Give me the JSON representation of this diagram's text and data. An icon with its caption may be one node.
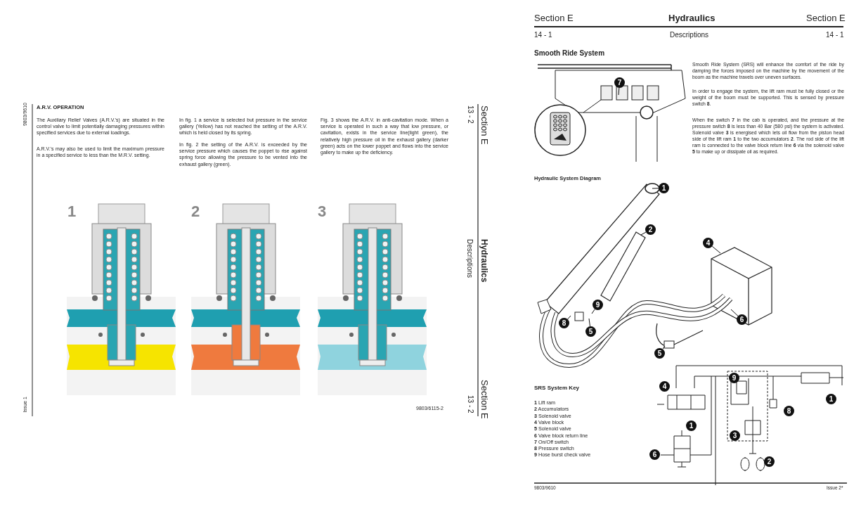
{
  "diagram": {
    "nodes": [
      {
        "text": [
          "7"
        ]
      },
      {
        "text": [
          "1"
        ]
      },
      {
        "text": [
          "2"
        ]
      },
      {
        "text": [
          "4"
        ]
      },
      {
        "text": [
          "9"
        ]
      },
      {
        "text": [
          "8"
        ]
      },
      {
        "text": [
          "5"
        ]
      },
      {
        "text": [
          "6"
        ]
      },
      {
        "text": [
          "5"
        ]
      },
      {
        "text": [
          "4"
        ]
      },
      {
        "text": [
          "9"
        ]
      },
      {
        "text": [
          "1"
        ]
      },
      {
        "text": [
          "8"
        ]
      },
      {
        "text": [
          "1"
        ]
      },
      {
        "text": [
          "3"
        ]
      },
      {
        "text": [
          "6"
        ]
      },
      {
        "text": [
          "2"
        ]
      }
    ],
    "edges": [
      {
        "from": 0,
        "to": null,
        "arrow": "none"
      },
      {
        "from": 1,
        "to": null,
        "arrow": "none"
      },
      {
        "from": 2,
        "to": null,
        "arrow": "none"
      },
      {
        "from": 3,
        "to": null,
        "arrow": "none"
      },
      {
        "from": 4,
        "to": null,
        "arrow": "none"
      },
      {
        "from": 5,
        "to": null,
        "arrow": "none"
      },
      {
        "from": 6,
        "to": null,
        "arrow": "none"
      },
      {
        "from": 7,
        "to": null,
        "arrow": "none"
      },
      {
        "from": 8,
        "to": null,
        "arrow": "none"
      }
    ],
    "labels": [
      "9803/9610",
      "A.R.V. OPERATION",
      "The Auxiliary Relief Valves (A.R.V.'s) are situated in the control valve to limit potentially damaging pressures within specified services due to external loadings.",
      "A.R.V.'s may also be used to limit the maximum pressure in a specified service to less than the M.R.V. setting.",
      "In fig. 1 a service is selected but pressure in the service gallery (Yellow) has not reached the setting of the A.R.V. which is held closed by its spring.",
      "In fig. 2 the setting of the A.R.V. is exceeded by the service pressure which causes the poppet to rise against spring force allowing the pressure to be vented into the exhaust gallery (green).",
      "Fig. 3 shows the A.R.V. in anti-cavitation mode. When a service is operated in such a way that low pressure, or cavitation, exists in the service line(light green), the relatively high pressure oil in the exhaust gallery (darker green) acts on the lower poppet and flows into the service gallery to make up the deficiency.",
      "1",
      "2",
      "3",
      "9803/6115-2",
      "Issue 1",
      "13 - 2",
      "Section E",
      "Descriptions",
      "Hydraulics",
      "13 - 2",
      "Section E",
      "Section E",
      "Hydraulics",
      "Section E",
      "14 - 1",
      "Descriptions",
      "14 - 1",
      "Smooth Ride System",
      "Smooth Ride System (SRS) will enhance the comfort of the ride by damping the forces imposed on the machine by the movement of the boom as the machine travels over uneven surfaces.",
      "In order to engage the system, the lift ram must be fully closed or the weight of the boom must be supported. This is sensed by pressure switch **8**.",
      "When the switch **7** in the cab is operated, and the pressure at the pressure switch **8** is less than 40 Bar (580 psi) the system is activated. Solenoid valve **3** is energised which lets oil flow from the piston head side of the lift ram **1** to the two accumulators **2**. The rod side of the lift ram is connected to the valve block return line **6** via the solenoid valve **5** to make up or dissipate oil as required.",
      "Hydraulic System Diagram",
      "SRS System Key",
      "**1** Lift ram",
      "**2** Accumulators",
      "**3** Solenoid valve",
      "**4** Valve block",
      "**5** Solenoid valve",
      "**6** Valve block return line",
      "**7** On/Off switch",
      "**8** Pressure switch",
      "**9** Hose burst check valve",
      "9803/9610",
      "Issue 2*"
    ]
  }
}
